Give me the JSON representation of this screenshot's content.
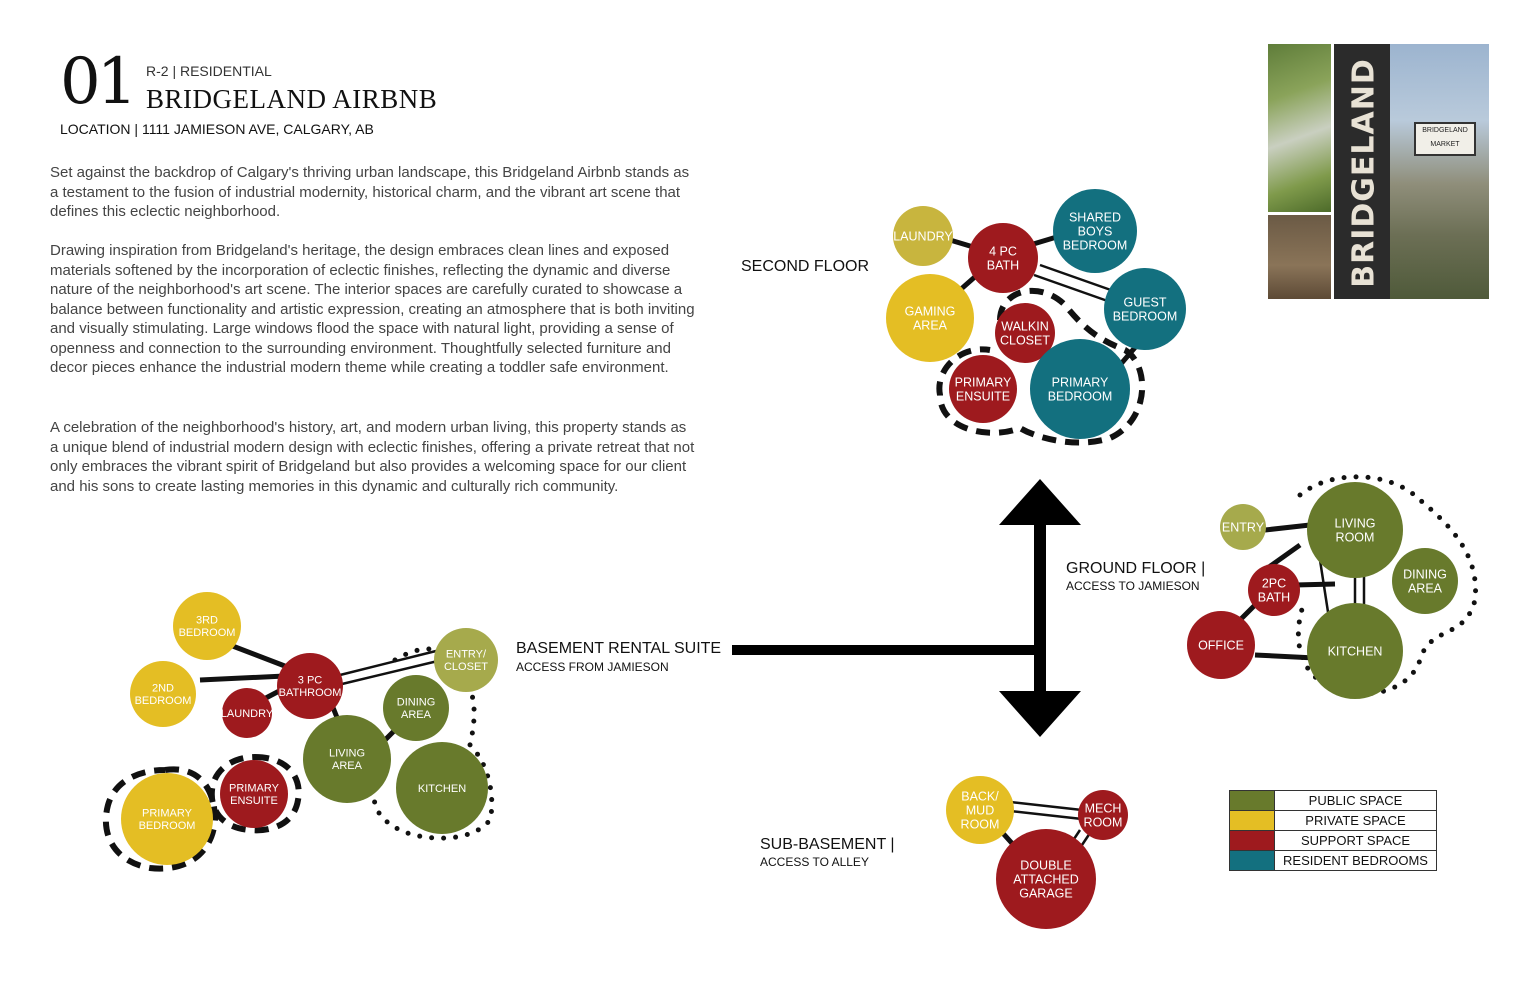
{
  "header": {
    "number": "01",
    "subtitle": "R-2 | RESIDENTIAL",
    "title": "BRIDGELAND AIRBNB",
    "location": "LOCATION | 1111 JAMIESON AVE, CALGARY, AB"
  },
  "paragraphs": [
    "Set against the backdrop of Calgary's thriving urban landscape, this Bridgeland Airbnb stands as a testament to the fusion of industrial modernity, historical charm, and the vibrant art scene that defines this eclectic neighborhood.",
    "Drawing inspiration from Bridgeland's heritage, the design embraces clean lines and exposed materials softened by the incorporation of eclectic finishes, reflecting the dynamic and diverse nature of the neighborhood's art scene. The interior spaces are carefully curated to showcase a balance between functionality and artistic expression, creating an atmosphere that is both inviting and visually stimulating. Large windows flood the space with natural light, providing a sense of openness and connection to the surrounding environment. Thoughtfully selected furniture and decor pieces enhance the industrial modern theme while creating a toddler safe environment.",
    "A celebration of the neighborhood's history, art, and modern urban living, this property stands as a unique blend of industrial modern design with eclectic finishes, offering a private retreat that not only embraces the vibrant spirit of Bridgeland but also provides a welcoming space for our client and his sons to create lasting memories in this dynamic and culturally rich community."
  ],
  "floors": {
    "second": {
      "label": "SECOND FLOOR"
    },
    "ground": {
      "label": "GROUND FLOOR |",
      "sub": "ACCESS TO JAMIESON"
    },
    "basement": {
      "label": "BASEMENT RENTAL SUITE",
      "sub": "ACCESS FROM JAMIESON"
    },
    "subbasement": {
      "label": "SUB-BASEMENT |",
      "sub": "ACCESS TO ALLEY"
    }
  },
  "colors": {
    "public": "#687a2c",
    "private": "#e4be24",
    "support": "#9e1a1e",
    "resident": "#13707f",
    "lightpublic": "#a6aa4c",
    "lightprivate": "#c8b53e"
  },
  "legend": [
    {
      "label": "PUBLIC SPACE",
      "color": "#687a2c"
    },
    {
      "label": "PRIVATE SPACE",
      "color": "#e4be24"
    },
    {
      "label": "SUPPORT SPACE",
      "color": "#9e1a1e"
    },
    {
      "label": "RESIDENT BEDROOMS",
      "color": "#13707f"
    }
  ],
  "rooms": {
    "second": [
      {
        "id": "laundry2",
        "text": "LAUNDRY",
        "color": "lightprivate"
      },
      {
        "id": "bath4",
        "text": "4 PC|BATH",
        "color": "support"
      },
      {
        "id": "boys",
        "text": "SHARED|BOYS|BEDROOM",
        "color": "resident"
      },
      {
        "id": "gaming",
        "text": "GAMING|AREA",
        "color": "private"
      },
      {
        "id": "walkin",
        "text": "WALKIN|CLOSET",
        "color": "support"
      },
      {
        "id": "guest",
        "text": "GUEST|BEDROOM",
        "color": "resident"
      },
      {
        "id": "ensuite2",
        "text": "PRIMARY|ENSUITE",
        "color": "support"
      },
      {
        "id": "primary2",
        "text": "PRIMARY|BEDROOM",
        "color": "resident"
      }
    ],
    "ground": [
      {
        "id": "entry",
        "text": "ENTRY",
        "color": "lightpublic"
      },
      {
        "id": "living",
        "text": "LIVING|ROOM",
        "color": "public"
      },
      {
        "id": "dining",
        "text": "DINING|AREA",
        "color": "public"
      },
      {
        "id": "bath2",
        "text": "2PC|BATH",
        "color": "support"
      },
      {
        "id": "office",
        "text": "OFFICE",
        "color": "support"
      },
      {
        "id": "kitchen",
        "text": "KITCHEN",
        "color": "public"
      }
    ],
    "basement": [
      {
        "id": "bed3",
        "text": "3RD|BEDROOM",
        "color": "private"
      },
      {
        "id": "bed2",
        "text": "2ND|BEDROOM",
        "color": "private"
      },
      {
        "id": "laundryb",
        "text": "LAUNDRY",
        "color": "support"
      },
      {
        "id": "bath3",
        "text": "3 PC|BATHROOM",
        "color": "support"
      },
      {
        "id": "entryb",
        "text": "ENTRY/|CLOSET",
        "color": "lightpublic"
      },
      {
        "id": "diningb",
        "text": "DINING|AREA",
        "color": "public"
      },
      {
        "id": "livingb",
        "text": "LIVING|AREA",
        "color": "public"
      },
      {
        "id": "kitchenb",
        "text": "KITCHEN",
        "color": "public"
      },
      {
        "id": "ensuiteb",
        "text": "PRIMARY|ENSUITE",
        "color": "support"
      },
      {
        "id": "primaryb",
        "text": "PRIMARY|BEDROOM",
        "color": "private"
      }
    ],
    "subbasement": [
      {
        "id": "back",
        "text": "BACK/|MUD|ROOM",
        "color": "private"
      },
      {
        "id": "mech",
        "text": "MECH|ROOM",
        "color": "support"
      },
      {
        "id": "garage",
        "text": "DOUBLE|ATTACHED|GARAGE",
        "color": "support"
      }
    ]
  },
  "photo": {
    "sign_text": "BRIDGELAND",
    "shop_text": "BRIDGELAND MARKET"
  }
}
